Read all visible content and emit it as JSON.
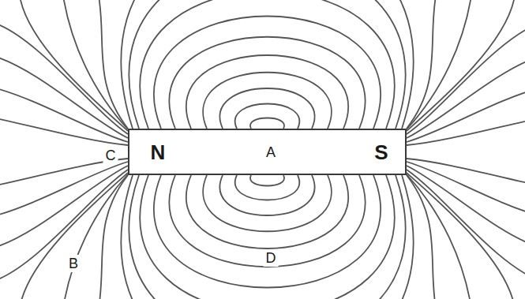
{
  "diagram": {
    "nodes": [
      {
        "text": [
          "N",
          "A",
          "S"
        ]
      }
    ],
    "labels": [
      "C",
      "B",
      "D"
    ]
  }
}
